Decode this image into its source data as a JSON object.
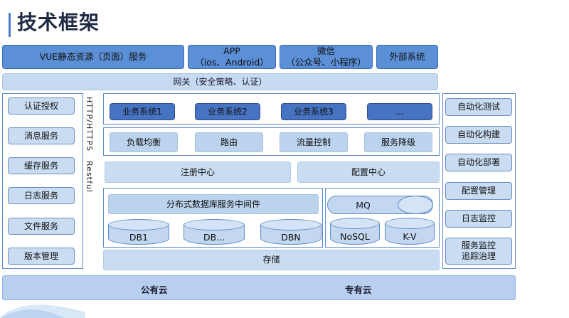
{
  "title": "技术框架",
  "clients": {
    "vue": "VUE静态资源（页面）服务",
    "app": [
      "APP",
      "（ios、Android）"
    ],
    "wechat": [
      "微信",
      "（公众号、小程序）"
    ],
    "external": "外部系统"
  },
  "gateway": "网关（安全策略、认证）",
  "left_services": [
    "认证授权",
    "消息服务",
    "缓存服务",
    "日志服务",
    "文件服务",
    "版本管理"
  ],
  "protocol_labels": [
    "HTTP/HTTPS",
    "Restful"
  ],
  "business_systems": [
    "业务系统1",
    "业务系统2",
    "业务系统3",
    "..."
  ],
  "routing": [
    "负载均衡",
    "路由",
    "流量控制",
    "服务降级"
  ],
  "registry": "注册中心",
  "config_center": "配置中心",
  "db_middleware": "分布式数据库服务中间件",
  "databases": [
    "DB1",
    "DB...",
    "DBN"
  ],
  "mq": "MQ",
  "stores": [
    "NoSQL",
    "K-V"
  ],
  "storage": "存储",
  "right_ops": [
    "自动化测试",
    "自动化构建",
    "自动化部署",
    "配置管理",
    "日志监控",
    [
      "服务监控",
      "追踪治理"
    ]
  ],
  "clouds": [
    "公有云",
    "专有云"
  ]
}
